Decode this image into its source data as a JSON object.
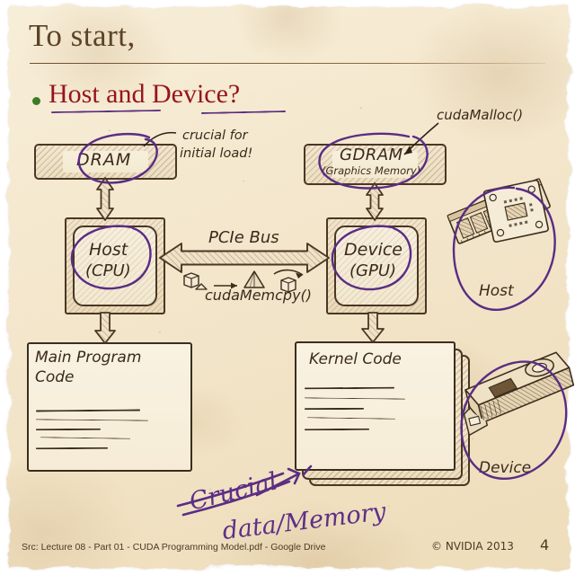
{
  "slide": {
    "title": "To start,",
    "bullet": "Host and Device?",
    "bullet_marker": "•"
  },
  "diagram": {
    "dram": {
      "label": "DRAM"
    },
    "gdram": {
      "label": "GDRAM",
      "sublabel": "(Graphics Memory)"
    },
    "host_chip": {
      "label": "Host",
      "sublabel": "(CPU)"
    },
    "device_chip": {
      "label": "Device",
      "sublabel": "(GPU)"
    },
    "bus": {
      "label": "PCIe Bus",
      "transfer_label": "cudaMemcpy()"
    },
    "main_program": {
      "line1": "Main Program",
      "line2": "Code"
    },
    "kernel_code": {
      "label": "Kernel Code"
    },
    "photo_host": {
      "caption": "Host"
    },
    "photo_device": {
      "caption": "Device"
    }
  },
  "annotations": {
    "crucial_initial_load": {
      "line1": "crucial for",
      "line2": "initial load!"
    },
    "cuda_malloc": {
      "text": "cudaMalloc()"
    },
    "handwritten": {
      "line1": "Crucial",
      "line2": "data/Memory"
    }
  },
  "footer": {
    "source": "Src: Lecture 08 - Part 01 - CUDA Programming Model.pdf - Google Drive",
    "copyright": "© NVIDIA 2013",
    "page_number": "4"
  },
  "colors": {
    "paper": "#f4e7cd",
    "title_brown": "#5c4326",
    "bullet_red": "#96151c",
    "bullet_green": "#3f7a25",
    "ink_brown": "#3a2a1c",
    "marker_purple": "#5a2c84"
  },
  "icons": {
    "dram_stick": "ram-stick-icon",
    "cpu_chip": "cpu-chip-icon",
    "gpu_card": "gpu-card-icon",
    "arrow_bidirectional": "double-arrow-icon",
    "arrow_down": "arrow-down-icon",
    "arrow_up_down": "arrow-up-down-icon",
    "cube": "cube-icon",
    "pyramid": "pyramid-icon"
  }
}
